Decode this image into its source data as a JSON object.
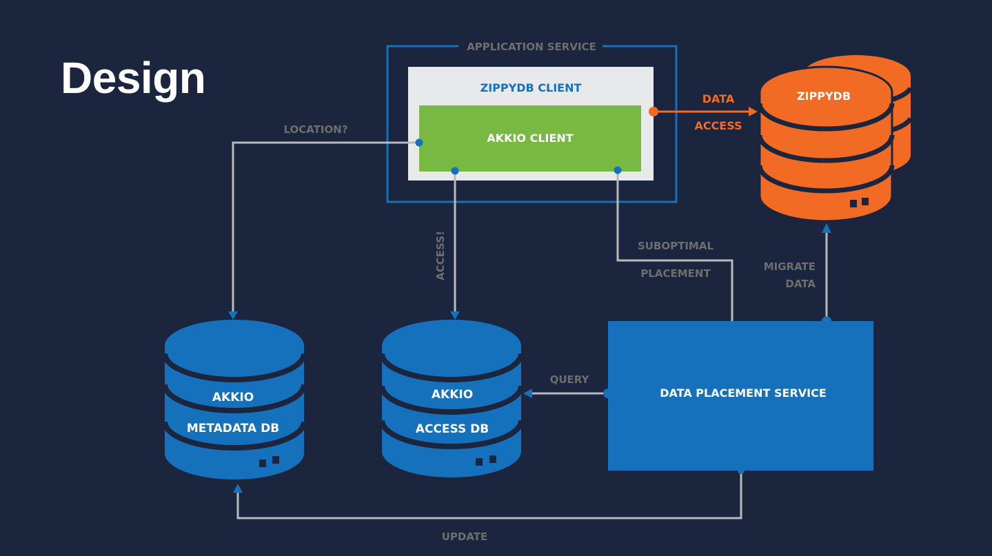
{
  "slide": {
    "title": "Design"
  },
  "colors": {
    "background": "#1b253d",
    "blue": "#1571bb",
    "green": "#77b943",
    "orange": "#f26b24",
    "light_gray": "#e8e9eb",
    "connector": "#b9b9bc",
    "label_gray": "#6e6e6e"
  },
  "nodes": {
    "application_service": {
      "label": "APPLICATION SERVICE"
    },
    "zippydb_client": {
      "label": "ZIPPYDB CLIENT"
    },
    "akkio_client": {
      "label": "AKKIO CLIENT"
    },
    "zippydb": {
      "label": "ZIPPYDB",
      "icon": "database-stack-icon"
    },
    "metadata_db": {
      "label_line1": "AKKIO",
      "label_line2": "METADATA DB",
      "icon": "database-icon"
    },
    "access_db": {
      "label_line1": "AKKIO",
      "label_line2": "ACCESS DB",
      "icon": "database-icon"
    },
    "data_placement_service": {
      "label": "DATA PLACEMENT SERVICE"
    }
  },
  "edges": {
    "data_access": {
      "line1": "DATA",
      "line2": "ACCESS"
    },
    "location": {
      "label": "LOCATION?"
    },
    "access": {
      "label": "ACCESS!"
    },
    "suboptimal_placement": {
      "line1": "SUBOPTIMAL",
      "line2": "PLACEMENT"
    },
    "migrate_data": {
      "line1": "MIGRATE",
      "line2": "DATA"
    },
    "query": {
      "label": "QUERY"
    },
    "update": {
      "label": "UPDATE"
    }
  }
}
